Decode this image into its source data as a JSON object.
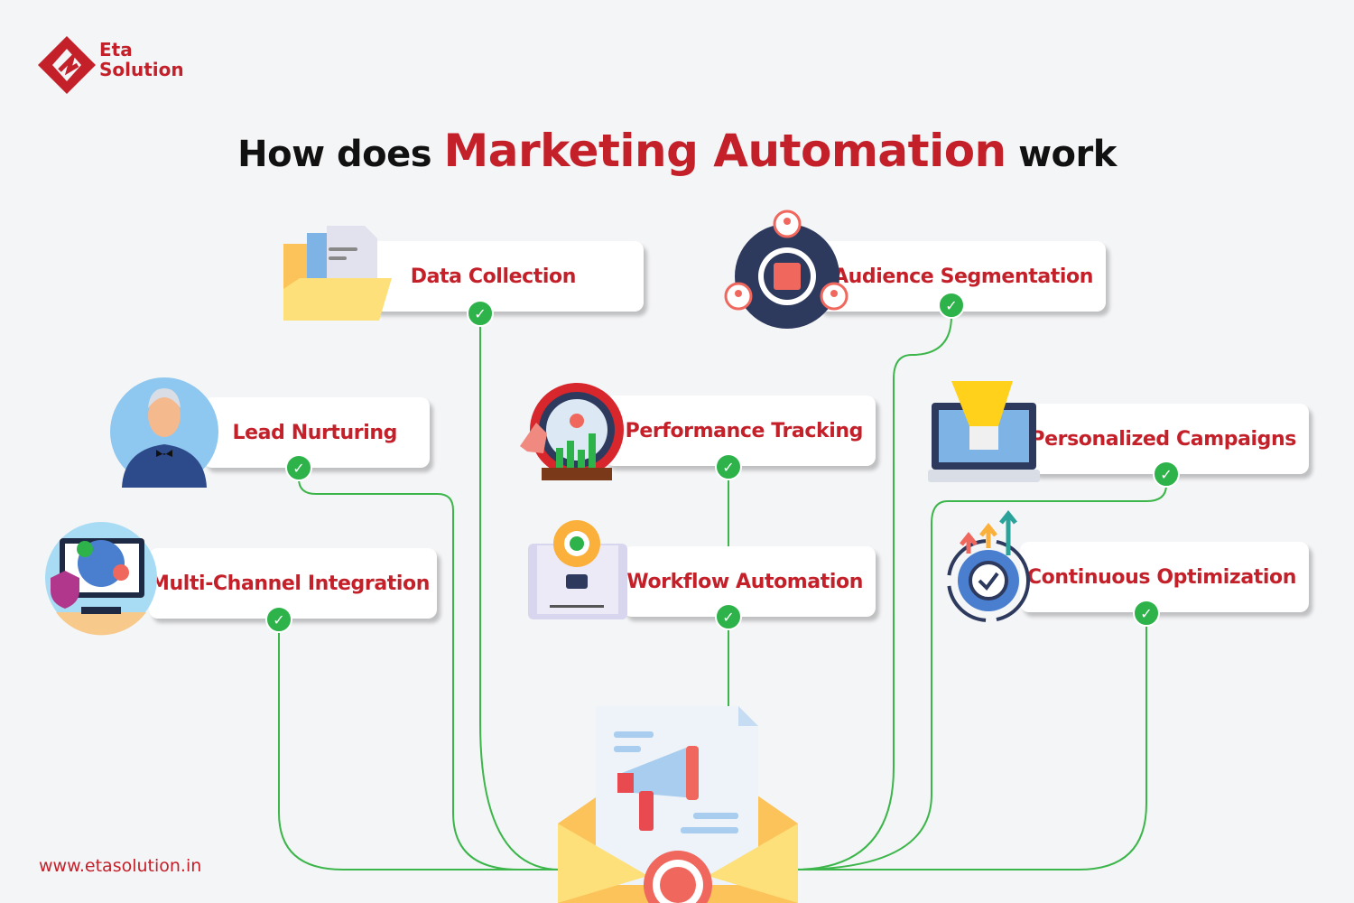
{
  "brand": {
    "line1": "Eta",
    "line2": "Solution",
    "website": "www.etasolution.in"
  },
  "title": {
    "prefix": "How does ",
    "highlight": "Marketing Automation",
    "suffix": " work"
  },
  "steps": [
    {
      "label": "Data Collection",
      "icon": "folder-icon"
    },
    {
      "label": "Audience Segmentation",
      "icon": "audience-icon"
    },
    {
      "label": "Lead Nurturing",
      "icon": "person-icon"
    },
    {
      "label": "Performance Tracking",
      "icon": "gauge-icon"
    },
    {
      "label": "Personalized Campaigns",
      "icon": "monitor-icon"
    },
    {
      "label": "Multi-Channel Integration",
      "icon": "globe-monitor-icon"
    },
    {
      "label": "Workflow Automation",
      "icon": "workflow-icon"
    },
    {
      "label": "Continuous Optimization",
      "icon": "gear-growth-icon"
    }
  ],
  "colors": {
    "accent": "#c4202a",
    "check": "#2db34a",
    "line": "#3cb64a",
    "background": "#f4f5f7"
  }
}
